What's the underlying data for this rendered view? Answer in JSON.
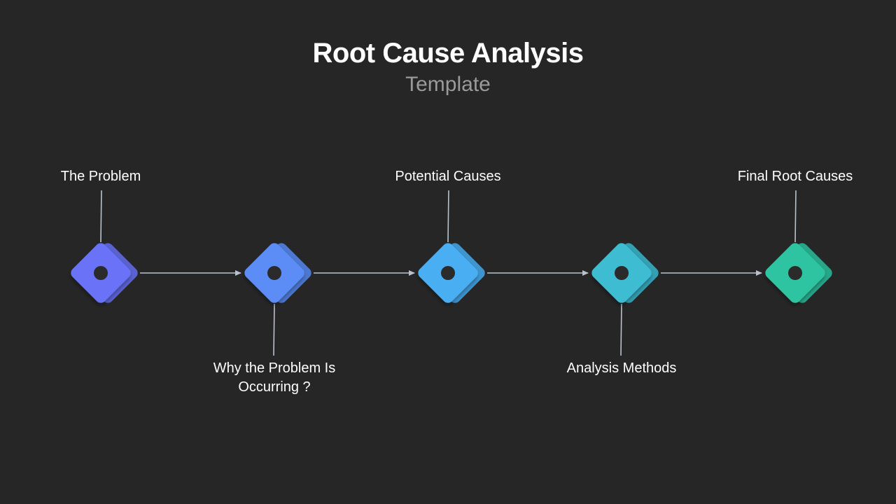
{
  "header": {
    "title": "Root Cause Analysis",
    "subtitle": "Template"
  },
  "steps": [
    {
      "label": "The Problem",
      "position": "above",
      "color": "#6a73f7"
    },
    {
      "label": "Why the Problem Is\nOccurring ?",
      "position": "below",
      "color": "#5b8df6"
    },
    {
      "label": "Potential Causes",
      "position": "above",
      "color": "#4aaff2"
    },
    {
      "label": "Analysis Methods",
      "position": "below",
      "color": "#3cbcd2"
    },
    {
      "label": "Final Root Causes",
      "position": "above",
      "color": "#2ec4a1"
    }
  ],
  "colors": {
    "background": "#262626",
    "connector": "#b9c2cc",
    "center_dot": "#2b2b2b"
  }
}
